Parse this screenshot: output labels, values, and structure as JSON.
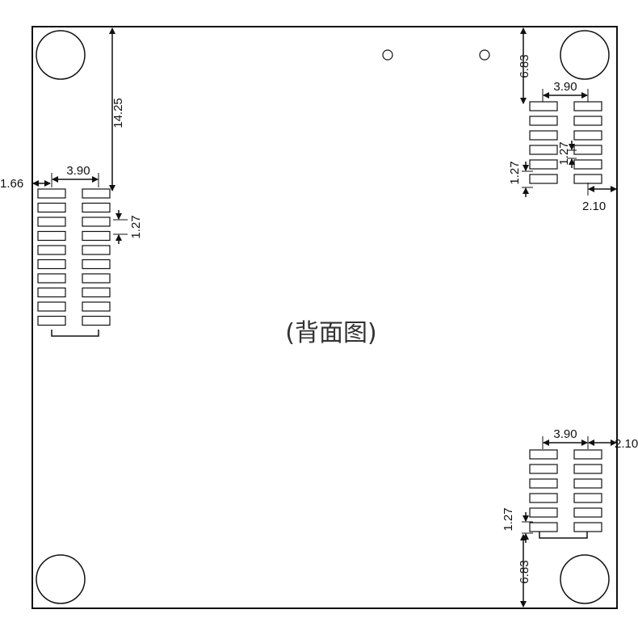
{
  "center_label": "(背面图)",
  "colors": {
    "line": "#111111",
    "background": "#ffffff",
    "text": "#333333"
  },
  "dimensions": {
    "left_top_offset": "14.25",
    "left_pitch_x": "3.90",
    "left_edge_offset": "1.66",
    "left_pitch_y": "1.27",
    "tr_top_offset": "6.83",
    "tr_pitch_x": "3.90",
    "tr_pitch_y_left": "1.27",
    "tr_pitch_y_right": "1.27",
    "tr_edge_offset": "2.10",
    "br_pitch_x": "3.90",
    "br_edge_offset": "2.10",
    "br_pitch_y": "1.27",
    "br_bottom_offset": "6.83"
  },
  "connectors": {
    "left_rows": 10,
    "top_right_rows": 6,
    "bottom_right_rows": 6
  }
}
